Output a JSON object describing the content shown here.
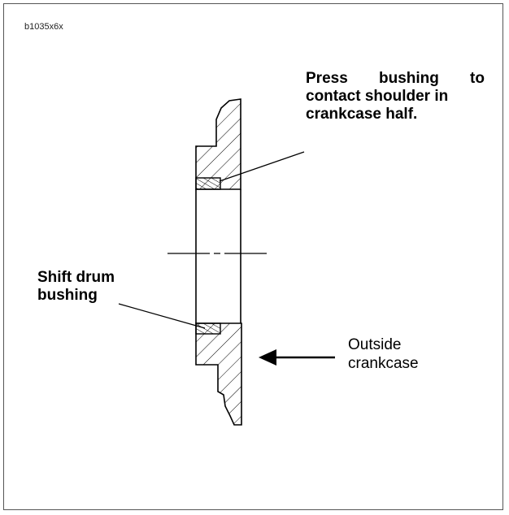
{
  "figure": {
    "id": "b1035x6x"
  },
  "callouts": {
    "press": {
      "lines": [
        "Press bushing to",
        "contact shoulder in",
        "crankcase half."
      ]
    },
    "shift": {
      "lines": [
        "Shift drum",
        "bushing"
      ]
    },
    "outside": {
      "lines": [
        "Outside",
        "crankcase"
      ]
    }
  },
  "colors": {
    "line": "#000000",
    "frame": "#555555"
  }
}
